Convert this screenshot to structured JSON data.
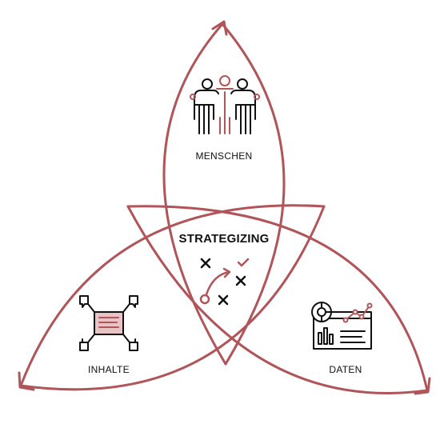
{
  "diagram": {
    "center_label": "STRATEGIZING",
    "nodes": [
      {
        "id": "top",
        "label": "MENSCHEN",
        "icon": "people-group-icon"
      },
      {
        "id": "left",
        "label": "INHALTE",
        "icon": "content-network-icon"
      },
      {
        "id": "right",
        "label": "DATEN",
        "icon": "data-dashboard-icon"
      }
    ],
    "center_icon": "strategy-play-icon"
  },
  "colors": {
    "accent": "#b0555a",
    "ink": "#111111",
    "background": "#ffffff"
  }
}
